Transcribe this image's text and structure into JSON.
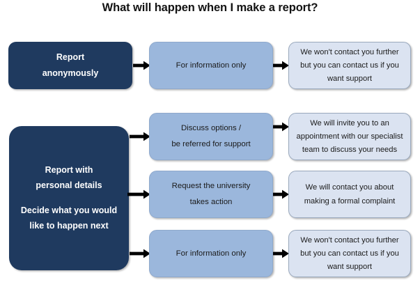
{
  "title": "What will happen when I make a report?",
  "colors": {
    "dark_navy": "#1F3A5F",
    "mid_blue": "#9BB7DC",
    "light_blue": "#DBE3F1",
    "arrow": "#000000",
    "page_background": "#FFFFFF",
    "title_text": "#131313"
  },
  "flow": {
    "anonymous": {
      "source": {
        "line1": "Report",
        "line2": "anonymously"
      },
      "option": {
        "line1": "For information only"
      },
      "outcome": {
        "line1": "We won't contact you further",
        "line2": "but you can contact us if you",
        "line3": "want support"
      }
    },
    "personal": {
      "source": {
        "line1": "Report with",
        "line2": "personal details",
        "line3": "Decide what you would",
        "line4": "like to happen next"
      },
      "branches": [
        {
          "option": {
            "line1": "Discuss options /",
            "line2": "be referred for support"
          },
          "outcome": {
            "line1": "We will invite you to an",
            "line2": "appointment with our specialist",
            "line3": "team to discuss your needs"
          }
        },
        {
          "option": {
            "line1": "Request the university",
            "line2": "takes action"
          },
          "outcome": {
            "line1": "We will contact you about",
            "line2": "making a formal complaint"
          }
        },
        {
          "option": {
            "line1": "For information only"
          },
          "outcome": {
            "line1": "We won't contact you further",
            "line2": "but you can contact us if you",
            "line3": "want support"
          }
        }
      ]
    }
  },
  "arrows": {
    "anon_source_to_option": "arrow-right-icon",
    "anon_option_to_outcome": "arrow-right-icon",
    "personal_source_to_branch1": "arrow-right-icon",
    "personal_source_to_branch2": "arrow-right-icon",
    "personal_source_to_branch3": "arrow-right-icon",
    "branch1_option_to_outcome": "arrow-right-icon",
    "branch2_option_to_outcome": "arrow-right-icon",
    "branch3_option_to_outcome": "arrow-right-icon"
  }
}
